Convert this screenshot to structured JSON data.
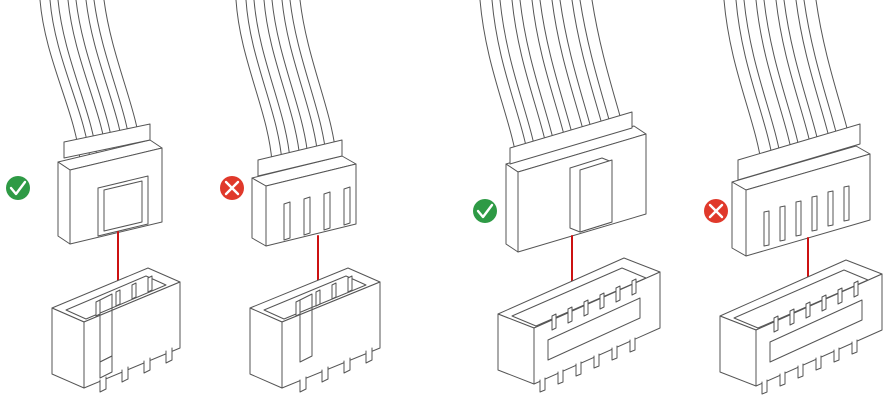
{
  "panels": [
    {
      "id": "panel-1",
      "connector": "4-pin",
      "orientation": "correct",
      "status_icon": "check-icon"
    },
    {
      "id": "panel-2",
      "connector": "4-pin",
      "orientation": "reversed",
      "status_icon": "cross-icon"
    },
    {
      "id": "panel-3",
      "connector": "6-pin",
      "orientation": "correct",
      "status_icon": "check-icon"
    },
    {
      "id": "panel-4",
      "connector": "6-pin",
      "orientation": "reversed",
      "status_icon": "cross-icon"
    }
  ],
  "colors": {
    "line": "#555555",
    "fill": "#ffffff",
    "check": "#2e9a45",
    "cross": "#e0392b",
    "arrow": "#cc1111"
  }
}
